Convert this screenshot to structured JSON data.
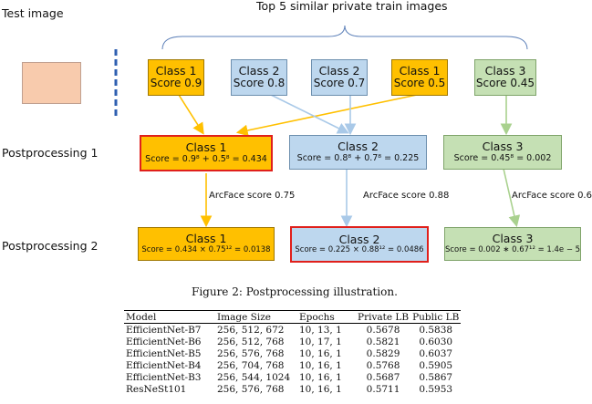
{
  "labels": {
    "test_image": "Test image",
    "top5_title": "Top 5 similar private train images",
    "post1": "Postprocessing 1",
    "post2": "Postprocessing 2"
  },
  "top_row": [
    {
      "class": "Class 1",
      "score": "Score 0.9"
    },
    {
      "class": "Class 2",
      "score": "Score 0.8"
    },
    {
      "class": "Class 2",
      "score": "Score 0.7"
    },
    {
      "class": "Class 1",
      "score": "Score 0.5"
    },
    {
      "class": "Class 3",
      "score": "Score 0.45"
    }
  ],
  "post1_boxes": [
    {
      "class": "Class 1",
      "formula": "Score = 0.9⁸ + 0.5⁸ = 0.434"
    },
    {
      "class": "Class 2",
      "formula": "Score = 0.8⁸ + 0.7⁸ = 0.225"
    },
    {
      "class": "Class 3",
      "formula": "Score = 0.45⁸ = 0.002"
    }
  ],
  "arcface": [
    "ArcFace score 0.75",
    "ArcFace score 0.88",
    "ArcFace score 0.6"
  ],
  "post2_boxes": [
    {
      "class": "Class 1",
      "formula": "Score = 0.434 × 0.75¹² = 0.0138"
    },
    {
      "class": "Class 2",
      "formula": "Score = 0.225 × 0.88¹² = 0.0486"
    },
    {
      "class": "Class 3",
      "formula": "Score = 0.002 ∗ 0.67¹² = 1.4e − 5"
    }
  ],
  "caption": "Figure 2: Postprocessing illustration.",
  "table": {
    "headers": [
      "Model",
      "Image Size",
      "Epochs",
      "Private LB",
      "Public LB"
    ],
    "rows": [
      [
        "EfficientNet-B7",
        "256, 512, 672",
        "10, 13, 1",
        "0.5678",
        "0.5838"
      ],
      [
        "EfficientNet-B6",
        "256, 512, 768",
        "10, 17, 1",
        "0.5821",
        "0.6030"
      ],
      [
        "EfficientNet-B5",
        "256, 576, 768",
        "10, 16, 1",
        "0.5829",
        "0.6037"
      ],
      [
        "EfficientNet-B4",
        "256, 704, 768",
        "10, 16, 1",
        "0.5768",
        "0.5905"
      ],
      [
        "EfficientNet-B3",
        "256, 544, 1024",
        "10, 16, 1",
        "0.5687",
        "0.5867"
      ],
      [
        "ResNeSt101",
        "256, 576, 768",
        "10, 16, 1",
        "0.5711",
        "0.5953"
      ]
    ]
  },
  "colors": {
    "gold": "#ffc000",
    "blue": "#bdd7ee",
    "green": "#c5e0b4",
    "highlight": "#e0201b",
    "test_image": "#f8cbad",
    "divider": "#2e5fb0"
  }
}
